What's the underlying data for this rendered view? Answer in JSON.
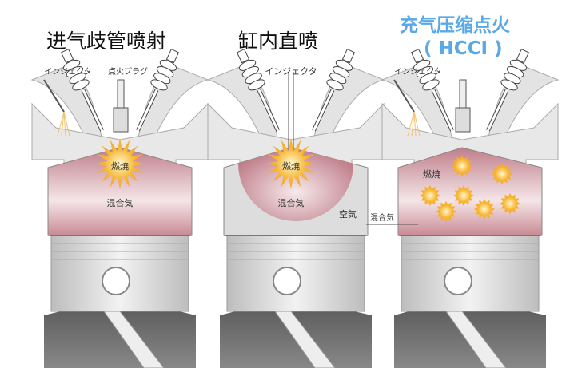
{
  "panels": [
    {
      "title": "进气歧管喷射",
      "injector": "インジェクタ",
      "spark_plug": "点火プラグ",
      "combustion": "燃焼",
      "mixture": "混合気"
    },
    {
      "title": "缸内直喷",
      "injector": "インジェクタ",
      "combustion": "燃焼",
      "mixture": "混合気",
      "air": "空気"
    },
    {
      "title": "充气压缩点火",
      "subtitle": "( HCCI )",
      "injector": "インジェクタ",
      "combustion": "燃焼",
      "mixture": "混合気"
    }
  ],
  "colors": {
    "mixture": "#c98a94",
    "flame": "#f5a623",
    "hcci_title": "#5aa9e6",
    "metal": "#d9d9d9",
    "dark": "#555555"
  }
}
